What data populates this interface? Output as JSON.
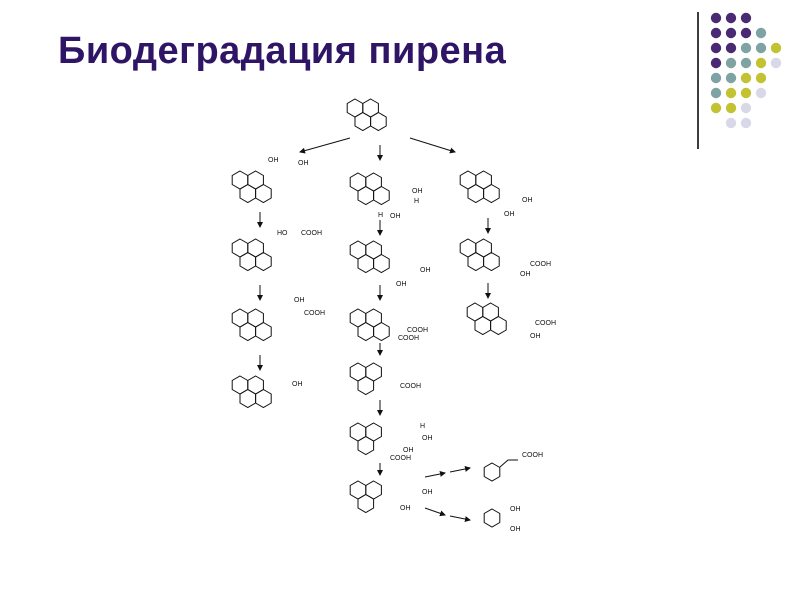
{
  "slide": {
    "title": "Биодеградация пирена"
  },
  "palette": {
    "title": "#2f1566",
    "purple": "#4a2b73",
    "teal": "#7fa3a3",
    "olive": "#c2c233",
    "lavender": "#d8d8e8"
  },
  "diagram": {
    "labels": {
      "left_1_oh_a": "OH",
      "left_1_oh_b": "OH",
      "left_2_ho": "HO",
      "left_2_cooh": "COOH",
      "left_3_oh": "OH",
      "left_3_cooh": "COOH",
      "left_4_oh": "OH",
      "mid_1_oh_a": "OH",
      "mid_1_h_a": "H",
      "mid_1_h_b": "H",
      "mid_1_oh_b": "OH",
      "mid_2_oh_a": "OH",
      "mid_2_oh_b": "OH",
      "mid_3_cooh_a": "COOH",
      "mid_3_cooh_b": "COOH",
      "mid_4_cooh": "COOH",
      "mid_5_h": "H",
      "mid_5_oh_a": "OH",
      "mid_5_oh_b": "OH",
      "mid_5_cooh": "COOH",
      "mid_6_oh_a": "OH",
      "mid_6_oh_b": "OH",
      "right_1_oh_a": "OH",
      "right_1_oh_b": "OH",
      "right_2_cooh": "COOH",
      "right_2_oh": "OH",
      "right_3_cooh": "COOH",
      "right_3_oh": "OH",
      "side_1_cooh": "COOH",
      "side_2_oh_a": "OH",
      "side_2_oh_b": "OH"
    }
  }
}
